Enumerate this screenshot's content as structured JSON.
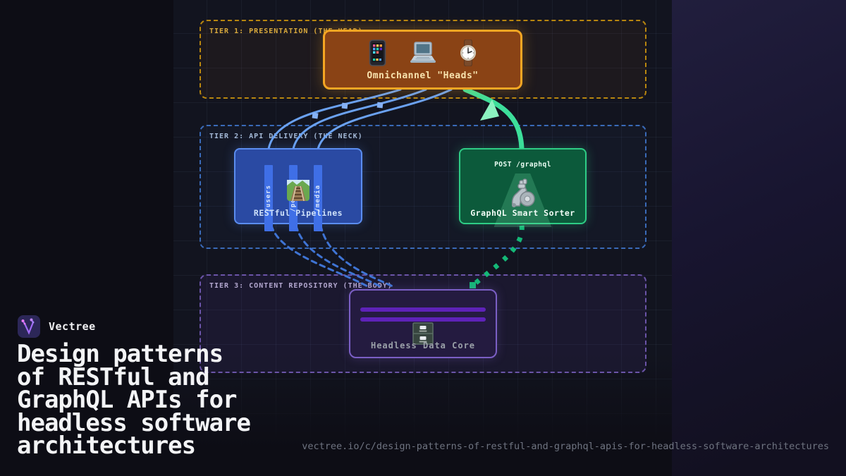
{
  "brand": {
    "name": "Vectree"
  },
  "title": "Design patterns\nof RESTful and\nGraphQL APIs for\nheadless software\narchitectures",
  "url": "vectree.io/c/design-patterns-of-restful-and-graphql-apis-for-headless-software-architectures",
  "diagram": {
    "tiers": [
      {
        "label": "TIER 1: PRESENTATION (THE HEAD)"
      },
      {
        "label": "TIER 2: API DELIVERY (THE NECK)"
      },
      {
        "label": "TIER 3: CONTENT REPOSITORY (THE BODY)"
      }
    ],
    "nodes": {
      "heads": {
        "label": "Omnichannel \"Heads\"",
        "icons": [
          "smartphone-icon",
          "laptop-icon",
          "watch-icon"
        ]
      },
      "rest": {
        "label": "RESTful Pipelines",
        "pipes": [
          "/users",
          "/posts",
          "/media"
        ],
        "icon": "railway-track-icon"
      },
      "graphql": {
        "label": "GraphQL Smart Sorter",
        "badge": "POST /graphql",
        "icon": "mechanical-arm-icon"
      },
      "data": {
        "label": "Headless Data Core",
        "icon": "file-cabinet-icon"
      }
    },
    "colors": {
      "tier1_accent": "#f5a623",
      "rest_accent": "#5b8def",
      "graphql_accent": "#2ecc85",
      "data_accent": "#7b5fc5",
      "rest_wire": "#6aa1f0",
      "graphql_wire": "#3ddf9b"
    }
  }
}
